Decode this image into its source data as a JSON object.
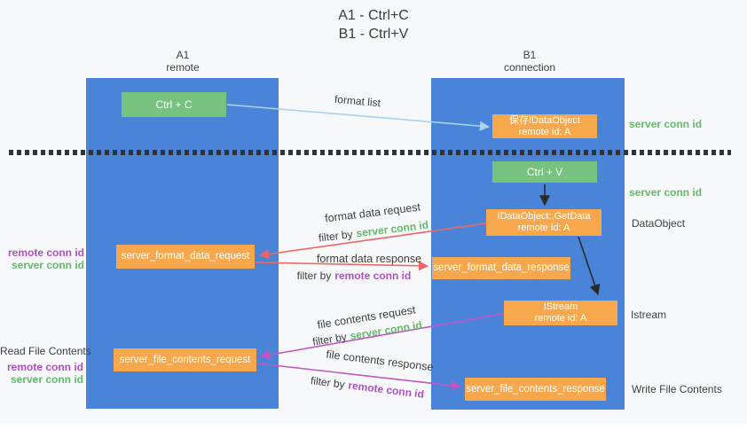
{
  "title": {
    "line1": "A1 - Ctrl+C",
    "line2": "B1 - Ctrl+V"
  },
  "lanes": {
    "a": {
      "name": "A1",
      "sub": "remote"
    },
    "b": {
      "name": "B1",
      "sub": "connection"
    }
  },
  "nodes": {
    "ctrl_c": "Ctrl + C",
    "ctrl_v": "Ctrl + V",
    "save_dataobject_line1": "保存IDataObject",
    "save_dataobject_line2": "remote id: A",
    "getdata_line1": "IDataObject::GetData",
    "getdata_line2": "remote id: A",
    "istream_line1": "IStream",
    "istream_line2": "remote id: A",
    "format_request": "server_format_data_request",
    "format_response": "server_format_data_response",
    "file_request": "server_file_contents_request",
    "file_response": "server_file_contents_response"
  },
  "edge_labels": {
    "format_list": "format list",
    "format_data_request": "format data request",
    "format_data_response": "format data response",
    "file_contents_request": "file contents request",
    "file_contents_response": "file contents response",
    "filter_by": "filter by",
    "server_conn_id": "server conn id",
    "remote_conn_id": "remote conn id"
  },
  "side_labels": {
    "server_conn_id_top": "server conn id",
    "server_conn_id_mid": "server conn id",
    "dataobject": "DataObject",
    "istream": "Istream",
    "write_file_contents": "Write File Contents",
    "read_file_contents": "Read File Contents",
    "remote_conn_id": "remote conn id",
    "server_conn_id": "server conn id"
  },
  "colors": {
    "lane_blue": "#4a84d8",
    "box_green": "#76c27e",
    "box_orange": "#f8a84c",
    "arrow_blue": "#a9d2f1",
    "arrow_red": "#ed6663",
    "arrow_magenta": "#c156c2",
    "arrow_black": "#2a2a2a",
    "text_green": "#64bb6a",
    "text_purple": "#b14fc6",
    "text_dark": "#3b3b3b"
  }
}
